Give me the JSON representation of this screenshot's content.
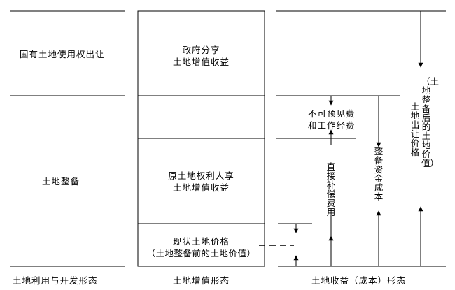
{
  "left_column": {
    "transfer_label": "国有土地使用权出让",
    "consolidation_label": "土地整备",
    "footer": "土地利用与开发形态"
  },
  "middle_column": {
    "gov_share_line1": "政府分享",
    "gov_share_line2": "土地增值收益",
    "owner_share_line1": "原土地权利人享",
    "owner_share_line2": "土地增值收益",
    "current_price_line1": "现状土地价格",
    "current_price_line2": "（土地整备前的土地价值）",
    "footer": "土地增值形态"
  },
  "right_column": {
    "unforeseen_line1": "不可预见费",
    "unforeseen_line2": "和工作经费",
    "direct_compensation": "直接补偿费用",
    "consolidation_cost": "整备资金成本",
    "transfer_price": "土地出让价格",
    "post_value": "（土地整备后的土地价值）",
    "footer": "土地收益（成本）形态"
  }
}
